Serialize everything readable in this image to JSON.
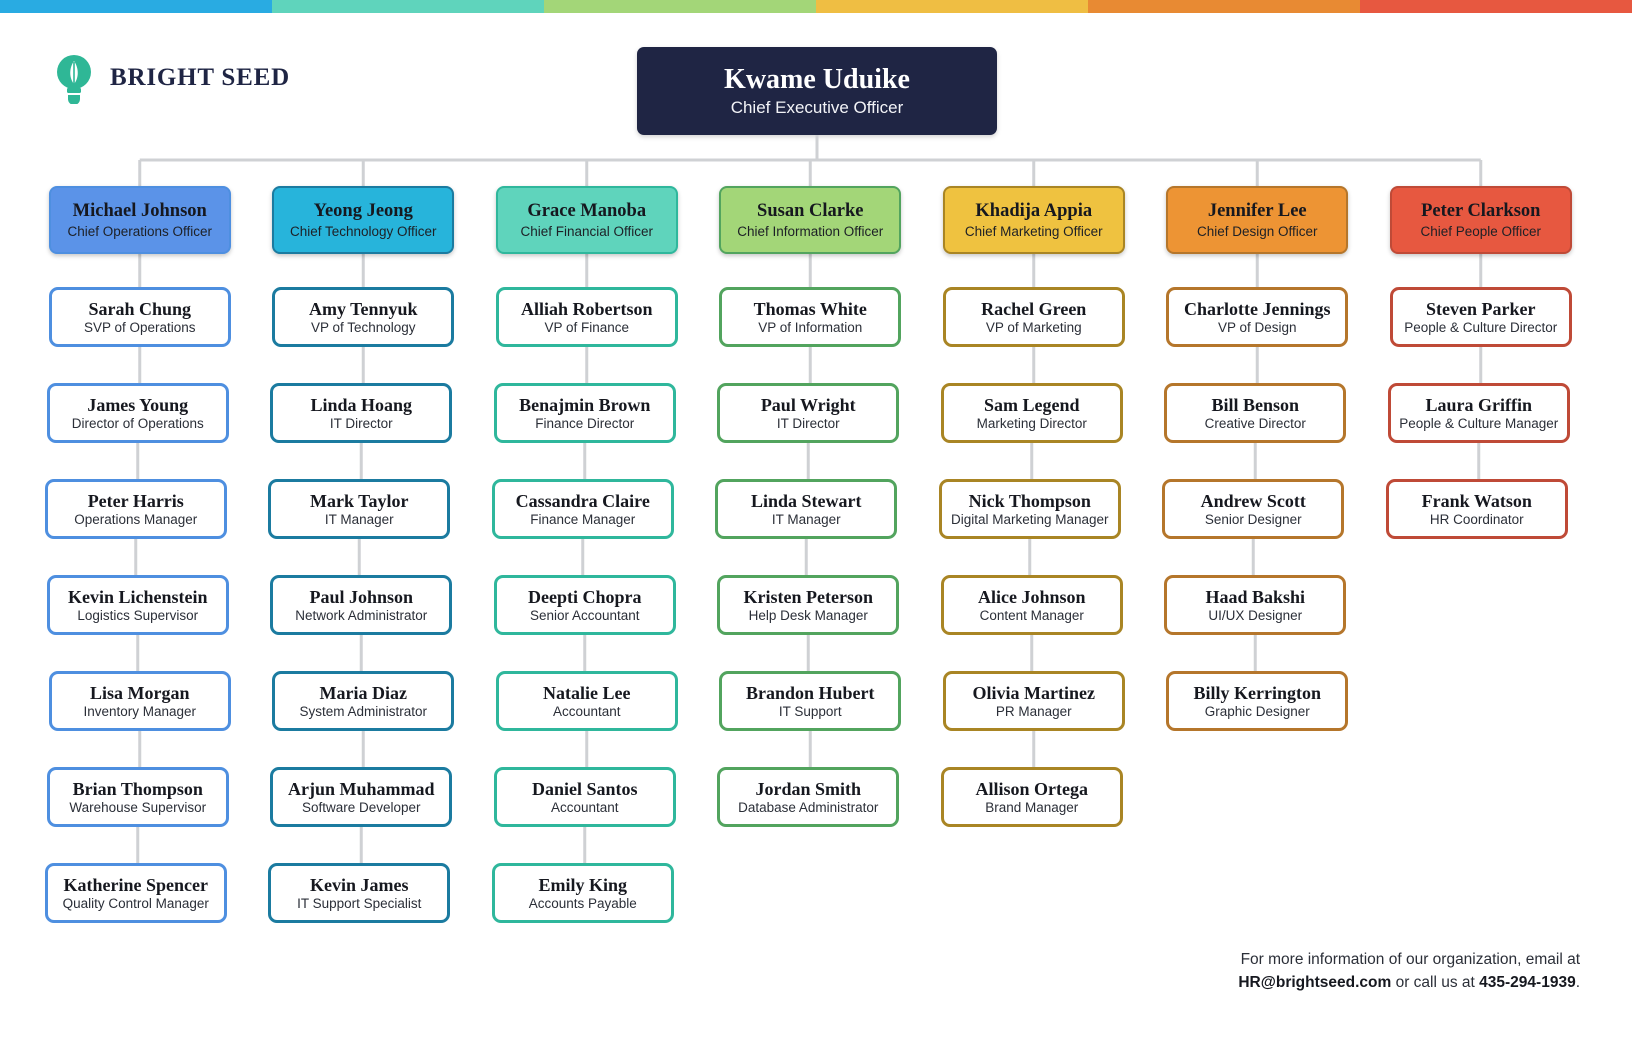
{
  "topbar": {
    "segments": [
      "#29abe2",
      "#5fd4bc",
      "#a2d islands"
    ]
  },
  "brand": {
    "name": "BRIGHT SEED",
    "logo_icon": "lightbulb-leaf-icon",
    "logo_color": "#2fb796"
  },
  "ceo": {
    "name": "Kwame Uduike",
    "title": "Chief Executive Officer",
    "bg": "#1f2544"
  },
  "footer": {
    "line1": "For more information of our organization, email at",
    "email": "HR@brightseed.com",
    "middle": " or call us at ",
    "phone": "435-294-1939",
    "period": "."
  },
  "bar_colors": [
    "#29abe2",
    "#5fd4bc",
    "#a3d678",
    "#efbe43",
    "#e88a33",
    "#e75840"
  ],
  "columns": [
    {
      "accent": "#4e8fe0",
      "head_bg": "#5b93e8",
      "head": {
        "name": "Michael Johnson",
        "title": "Chief Operations Officer"
      },
      "staff": [
        {
          "name": "Sarah Chung",
          "title": "SVP of Operations"
        },
        {
          "name": "James Young",
          "title": "Director of Operations"
        },
        {
          "name": "Peter Harris",
          "title": "Operations Manager"
        },
        {
          "name": "Kevin Lichenstein",
          "title": "Logistics Supervisor"
        },
        {
          "name": "Lisa Morgan",
          "title": "Inventory Manager"
        },
        {
          "name": "Brian Thompson",
          "title": "Warehouse Supervisor"
        },
        {
          "name": "Katherine Spencer",
          "title": "Quality Control Manager"
        }
      ]
    },
    {
      "accent": "#1b7ba0",
      "head_bg": "#27b4db",
      "head": {
        "name": "Yeong Jeong",
        "title": "Chief Technology Officer"
      },
      "staff": [
        {
          "name": "Amy Tennyuk",
          "title": "VP of Technology"
        },
        {
          "name": "Linda Hoang",
          "title": "IT Director"
        },
        {
          "name": "Mark Taylor",
          "title": "IT Manager"
        },
        {
          "name": "Paul Johnson",
          "title": "Network Administrator"
        },
        {
          "name": "Maria Diaz",
          "title": "System Administrator"
        },
        {
          "name": "Arjun Muhammad",
          "title": "Software Developer"
        },
        {
          "name": "Kevin James",
          "title": "IT Support Specialist"
        }
      ]
    },
    {
      "accent": "#2fb79c",
      "head_bg": "#5fd4bc",
      "head": {
        "name": "Grace Manoba",
        "title": "Chief Financial Officer"
      },
      "staff": [
        {
          "name": "Alliah Robertson",
          "title": "VP of Finance"
        },
        {
          "name": "Benajmin Brown",
          "title": "Finance Director"
        },
        {
          "name": "Cassandra Claire",
          "title": "Finance Manager"
        },
        {
          "name": "Deepti Chopra",
          "title": "Senior Accountant"
        },
        {
          "name": "Natalie Lee",
          "title": "Accountant"
        },
        {
          "name": "Daniel Santos",
          "title": "Accountant"
        },
        {
          "name": "Emily King",
          "title": "Accounts Payable"
        }
      ]
    },
    {
      "accent": "#52a45e",
      "head_bg": "#a3d678",
      "head": {
        "name": "Susan Clarke",
        "title": "Chief Information Officer"
      },
      "staff": [
        {
          "name": "Thomas White",
          "title": "VP of Information"
        },
        {
          "name": "Paul Wright",
          "title": "IT Director"
        },
        {
          "name": "Linda Stewart",
          "title": "IT Manager"
        },
        {
          "name": "Kristen Peterson",
          "title": "Help Desk Manager"
        },
        {
          "name": "Brandon Hubert",
          "title": "IT Support"
        },
        {
          "name": "Jordan Smith",
          "title": "Database Administrator"
        }
      ]
    },
    {
      "accent": "#a98524",
      "head_bg": "#efc240",
      "head": {
        "name": "Khadija Appia",
        "title": "Chief Marketing Officer"
      },
      "staff": [
        {
          "name": "Rachel Green",
          "title": "VP of Marketing"
        },
        {
          "name": "Sam Legend",
          "title": "Marketing Director"
        },
        {
          "name": "Nick Thompson",
          "title": "Digital Marketing Manager"
        },
        {
          "name": "Alice Johnson",
          "title": "Content Manager"
        },
        {
          "name": "Olivia Martinez",
          "title": "PR Manager"
        },
        {
          "name": "Allison Ortega",
          "title": "Brand Manager"
        }
      ]
    },
    {
      "accent": "#b5762b",
      "head_bg": "#ed9434",
      "head": {
        "name": "Jennifer Lee",
        "title": "Chief Design Officer"
      },
      "staff": [
        {
          "name": "Charlotte Jennings",
          "title": "VP of Design"
        },
        {
          "name": "Bill Benson",
          "title": "Creative Director"
        },
        {
          "name": "Andrew Scott",
          "title": "Senior Designer"
        },
        {
          "name": "Haad Bakshi",
          "title": "UI/UX Designer"
        },
        {
          "name": "Billy Kerrington",
          "title": "Graphic Designer"
        }
      ]
    },
    {
      "accent": "#bf4a37",
      "head_bg": "#e75840",
      "head": {
        "name": "Peter Clarkson",
        "title": "Chief People Officer"
      },
      "staff": [
        {
          "name": "Steven Parker",
          "title": "People & Culture Director"
        },
        {
          "name": "Laura Griffin",
          "title": "People & Culture Manager"
        },
        {
          "name": "Frank Watson",
          "title": "HR Coordinator"
        }
      ]
    }
  ]
}
